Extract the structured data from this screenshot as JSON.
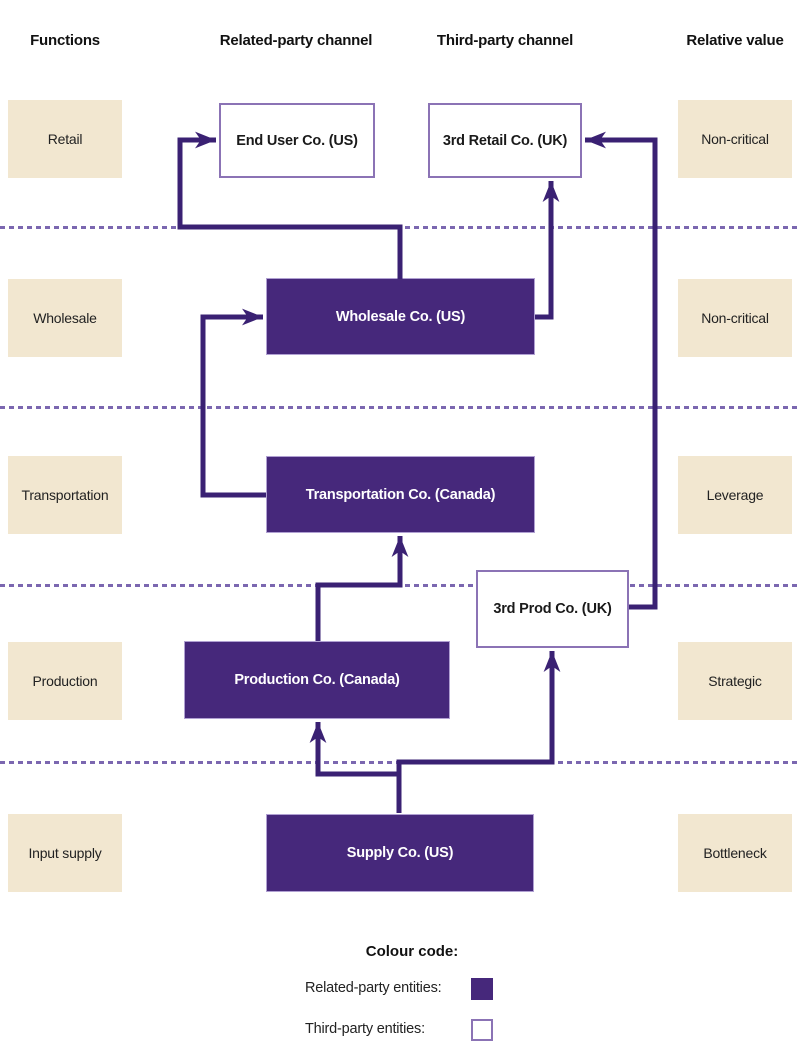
{
  "colors": {
    "related_party_fill": "#46287b",
    "third_party_fill": "#ffffff",
    "entity_border": "#8b73b5",
    "entity_light_border": "#b0a0d2",
    "arrow": "#3a2173",
    "dashed": "#7b67b0",
    "beige": "#f2e7d0"
  },
  "header": {
    "functions": "Functions",
    "related_channel": "Related-party channel",
    "third_channel": "Third-party channel",
    "relative_value": "Relative value"
  },
  "rows": [
    {
      "function": "Retail",
      "value": "Non-critical"
    },
    {
      "function": "Wholesale",
      "value": "Non-critical"
    },
    {
      "function": "Transportation",
      "value": "Leverage"
    },
    {
      "function": "Production",
      "value": "Strategic"
    },
    {
      "function": "Input supply",
      "value": "Bottleneck"
    }
  ],
  "entities": {
    "end_user": "End User Co. (US)",
    "third_retail": "3rd Retail Co. (UK)",
    "wholesale": "Wholesale Co. (US)",
    "transportation": "Transportation Co. (Canada)",
    "third_prod": "3rd Prod Co. (UK)",
    "production": "Production Co. (Canada)",
    "supply": "Supply Co. (US)"
  },
  "legend": {
    "title": "Colour code:",
    "related_label": "Related-party entities:",
    "third_label": "Third-party entities:"
  }
}
